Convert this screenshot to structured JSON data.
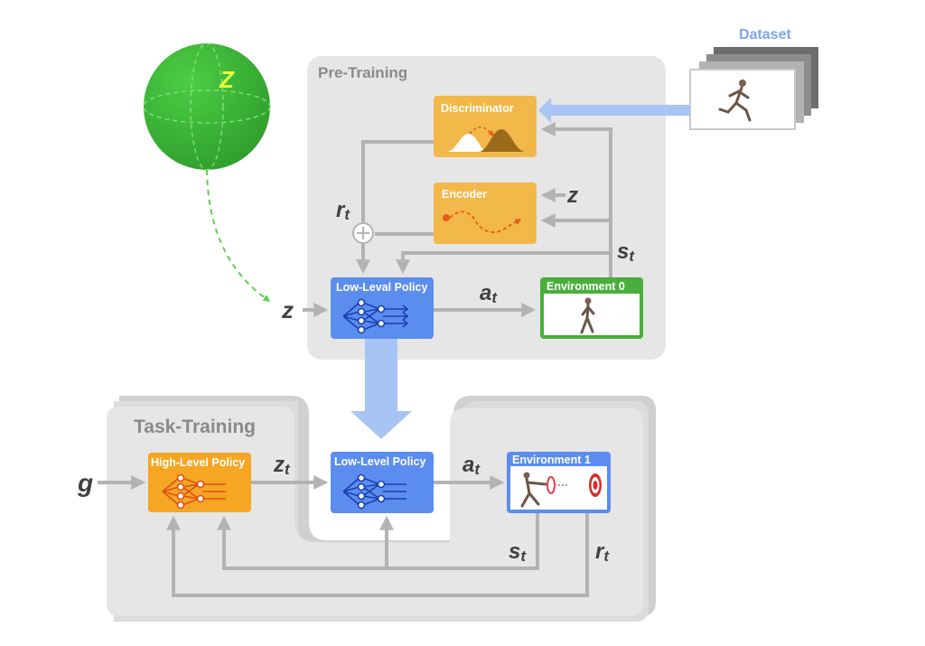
{
  "pretraining": {
    "title": "Pre-Training",
    "discriminator": "Discriminator",
    "encoder": "Encoder",
    "low_level_policy": "Low-Leval Policy",
    "environment": "Environment 0",
    "reward": {
      "base": "r",
      "sub": "t"
    },
    "state": {
      "base": "s",
      "sub": "t"
    },
    "action": {
      "base": "a",
      "sub": "t"
    },
    "latent_in": "z",
    "latent_encoder": "z"
  },
  "dataset": {
    "label": "Dataset"
  },
  "latent_space": {
    "label": "Z"
  },
  "task_training": {
    "title": "Task-Training",
    "high_level_policy": "High-Level Policy",
    "low_level_policy": "Low-Level Policy",
    "environment": "Environment 1",
    "goal": "g",
    "latent": {
      "base": "z",
      "sub": "t"
    },
    "action": {
      "base": "a",
      "sub": "t"
    },
    "state": {
      "base": "s",
      "sub": "t"
    },
    "reward": {
      "base": "r",
      "sub": "t"
    }
  },
  "colors": {
    "panel": "#e6e6e6",
    "arrow": "#b3b3b3",
    "policy_blue": "#5b8def",
    "orange_box": "#f2b84a",
    "high_level_orange": "#f5a623",
    "env_green": "#4aae3c",
    "sphere_green": "#3db83a",
    "dataset_blue": "#8fb3f0"
  }
}
